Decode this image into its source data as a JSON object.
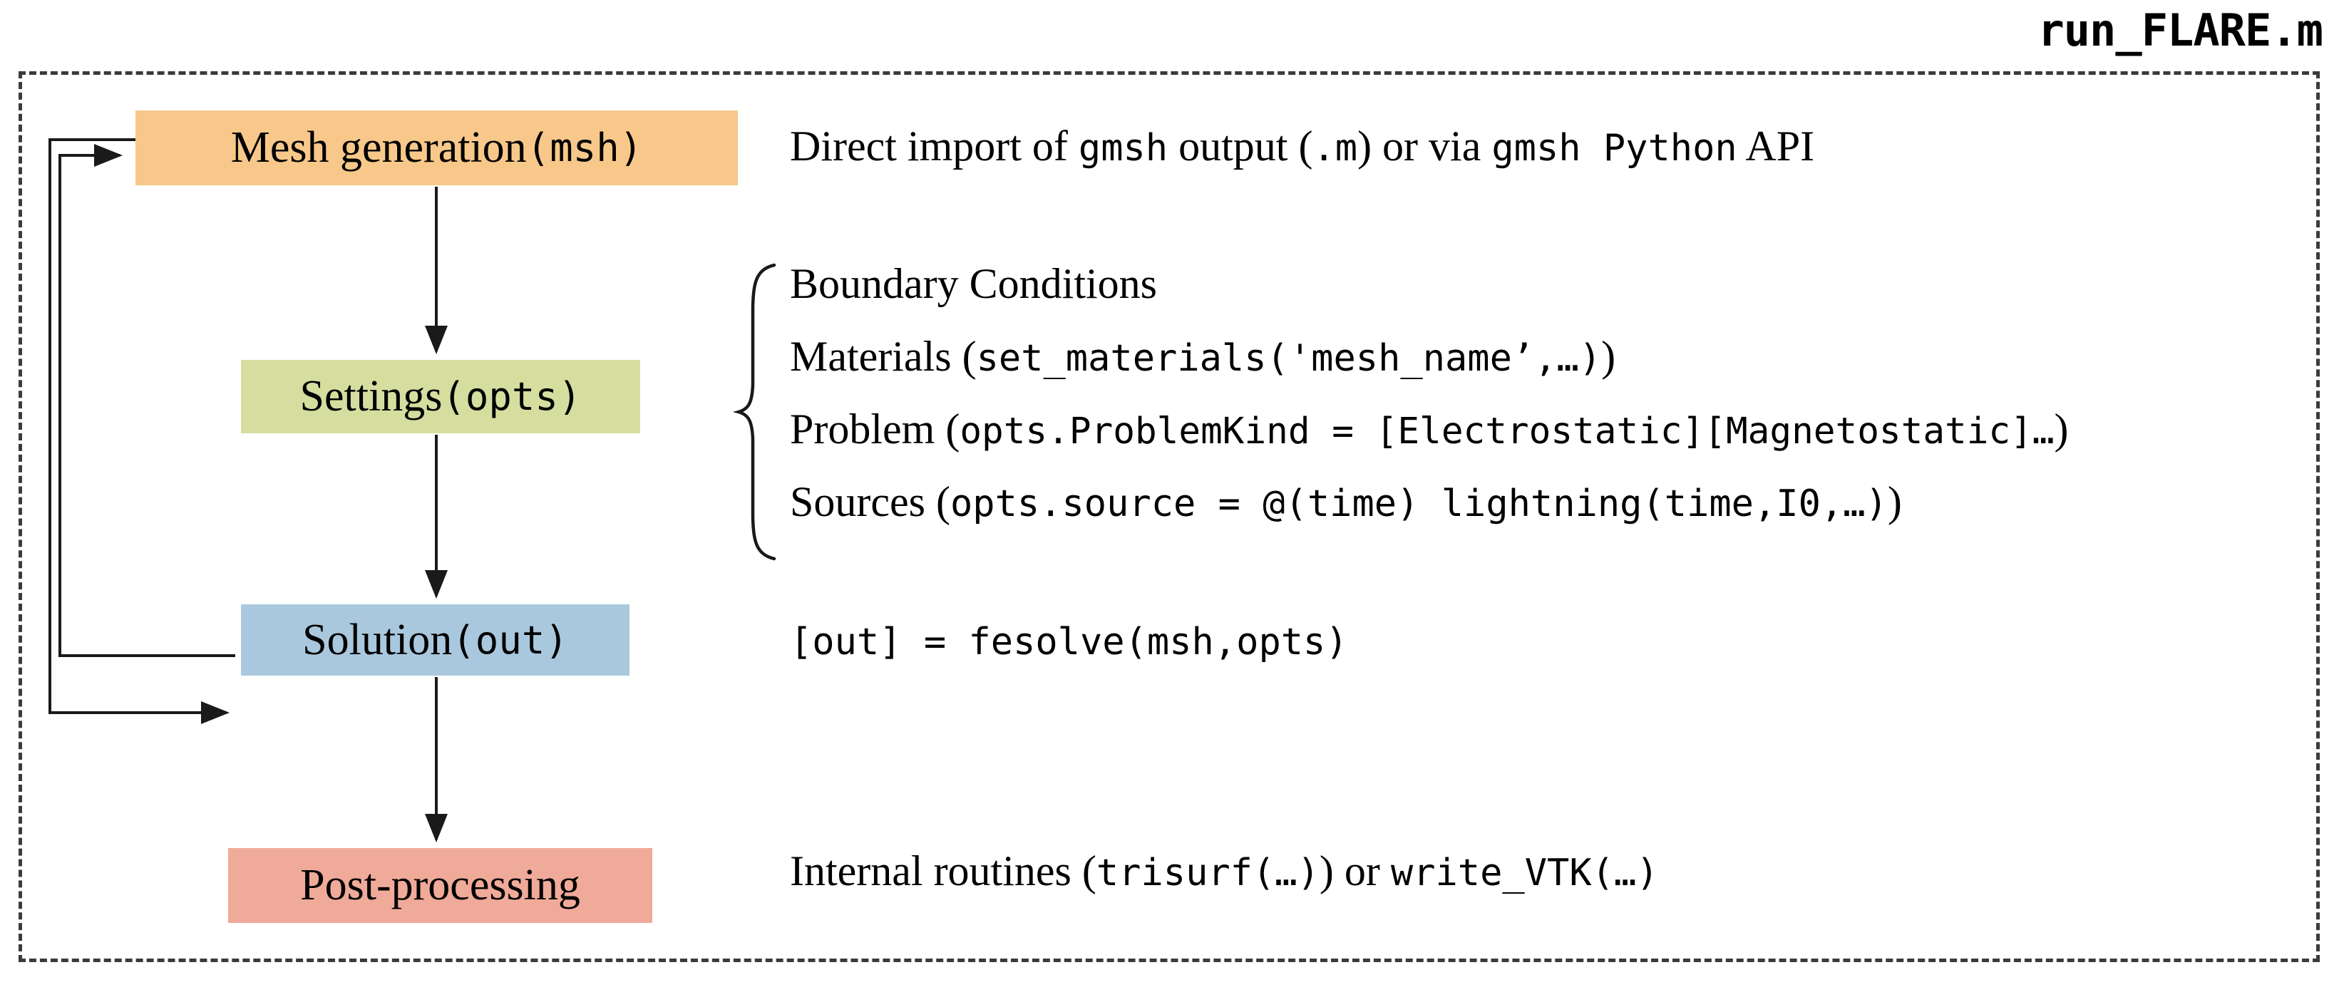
{
  "title": "run_FLARE.m",
  "diagram": {
    "type": "flowchart",
    "boxes": [
      {
        "id": "mesh",
        "label_plain": "Mesh generation ",
        "label_mono": "(msh)",
        "color": "#f7c88a"
      },
      {
        "id": "settings",
        "label_plain": "Settings ",
        "label_mono": "(opts)",
        "color": "#d6de9f"
      },
      {
        "id": "solution",
        "label_plain": "Solution ",
        "label_mono": "(out)",
        "color": "#a9c8dd"
      },
      {
        "id": "post",
        "label_plain": "Post-processing",
        "label_mono": "",
        "color": "#f0aa99"
      }
    ],
    "edges": [
      {
        "from": "mesh",
        "to": "settings",
        "style": "straight-down-arrow"
      },
      {
        "from": "settings",
        "to": "solution",
        "style": "straight-down-arrow"
      },
      {
        "from": "solution",
        "to": "post",
        "style": "straight-down-arrow"
      },
      {
        "from": "solution",
        "to": "mesh",
        "style": "feedback-loop-inner"
      },
      {
        "from": "mesh",
        "to": "solution",
        "style": "feedback-loop-outer"
      }
    ],
    "brace": {
      "label": "settings-group-brace",
      "spans": [
        "bc",
        "materials",
        "problem",
        "sources"
      ]
    }
  },
  "notes": {
    "mesh": {
      "seg1_plain": "Direct import of ",
      "seg2_mono": "gmsh",
      "seg3_plain": " output (",
      "seg4_mono": ".m",
      "seg5_plain": ") or via ",
      "seg6_mono": "gmsh Python",
      "seg7_plain": " API"
    },
    "bc": {
      "seg1_plain": "Boundary Conditions"
    },
    "materials": {
      "seg1_plain": "Materials (",
      "seg2_mono": "set_materials('mesh_name’,…)",
      "seg3_plain": ")"
    },
    "problem": {
      "seg1_plain": "Problem (",
      "seg2_mono": "opts.ProblemKind = [Electrostatic][Magnetostatic]…",
      "seg3_plain": ")"
    },
    "sources": {
      "seg1_plain": "Sources (",
      "seg2_mono": "opts.source = @(time) lightning(time,I0,…)",
      "seg3_plain": ")"
    },
    "solve": {
      "seg1_mono": "[out] = fesolve(msh,opts)"
    },
    "post": {
      "seg1_plain": "Internal routines (",
      "seg2_mono": "trisurf(…)",
      "seg3_plain": ") or ",
      "seg4_mono": "write_VTK(…)"
    }
  },
  "colors": {
    "mesh_box": "#f7c88a",
    "settings_box": "#d6de9f",
    "solution_box": "#a9c8dd",
    "post_box": "#f0aa99",
    "frame_dash": "#3b3b3b",
    "arrow": "#1a1a1a"
  }
}
